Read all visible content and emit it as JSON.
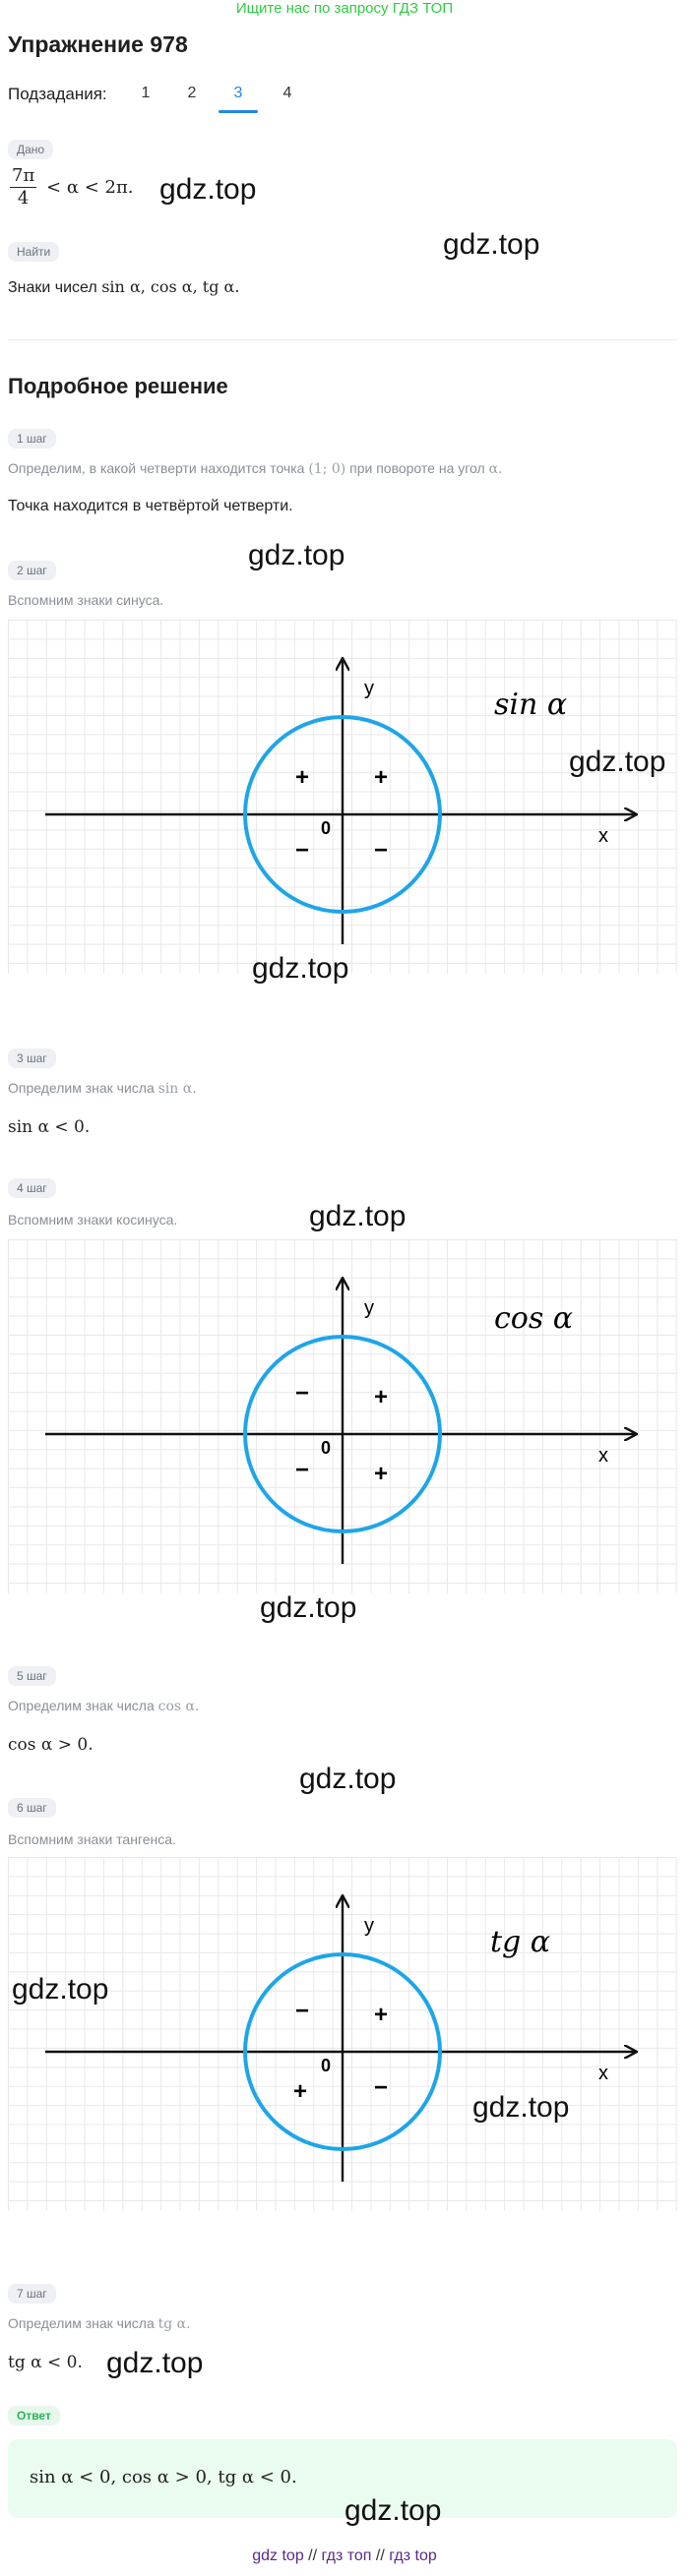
{
  "banner": "Ищите нас по запросу ГДЗ ТОП",
  "title": "Упражнение 978",
  "subtasks": {
    "label": "Подзадания:",
    "items": [
      "1",
      "2",
      "3",
      "4"
    ],
    "active": "3"
  },
  "given": {
    "badge": "Дано",
    "num": "7π",
    "den": "4",
    "rest": "< α < 2π.",
    "find_badge": "Найти",
    "find_text": "Знаки чисел",
    "find_math": "sin α, cos α, tg α."
  },
  "solution_title": "Подробное решение",
  "steps": [
    {
      "badge": "1 шаг",
      "text": "Определим, в какой четверти находится точка",
      "math": "(1; 0)",
      "text2": "при повороте на угол",
      "math2": "α.",
      "result": "Точка находится в четвёртой четверти."
    },
    {
      "badge": "2 шаг",
      "text": "Вспомним знаки синуса."
    },
    {
      "badge": "3 шаг",
      "text": "Определим знак числа",
      "math": "sin α.",
      "result": "sin α < 0."
    },
    {
      "badge": "4 шаг",
      "text": "Вспомним знаки косинуса."
    },
    {
      "badge": "5 шаг",
      "text": "Определим знак числа",
      "math": "cos α.",
      "result": "cos α > 0."
    },
    {
      "badge": "6 шаг",
      "text": "Вспомним знаки тангенса."
    },
    {
      "badge": "7 шаг",
      "text": "Определим знак числа",
      "math": "tg α.",
      "result": "tg α < 0."
    }
  ],
  "diagrams": [
    {
      "label": "sin α",
      "q1": "+",
      "q2": "+",
      "q3": "−",
      "q4": "−",
      "x": "x",
      "y": "y",
      "o": "0"
    },
    {
      "label": "cos α",
      "q1": "+",
      "q2": "−",
      "q3": "−",
      "q4": "+",
      "x": "x",
      "y": "y",
      "o": "0"
    },
    {
      "label": "tg α",
      "q1": "+",
      "q2": "−",
      "q3": "+",
      "q4": "−",
      "x": "x",
      "y": "y",
      "o": "0"
    }
  ],
  "answer": {
    "badge": "Ответ",
    "text": "sin α < 0, cos α > 0, tg α < 0."
  },
  "watermark": "gdz.top",
  "footer": {
    "links": [
      "gdz top",
      "гдз топ",
      "гдз top"
    ],
    "sep": "//"
  },
  "colors": {
    "accent": "#1e88e5",
    "circle": "#1ea5e9",
    "banner": "#2ecc40",
    "answer_bg": "#eafbef"
  }
}
